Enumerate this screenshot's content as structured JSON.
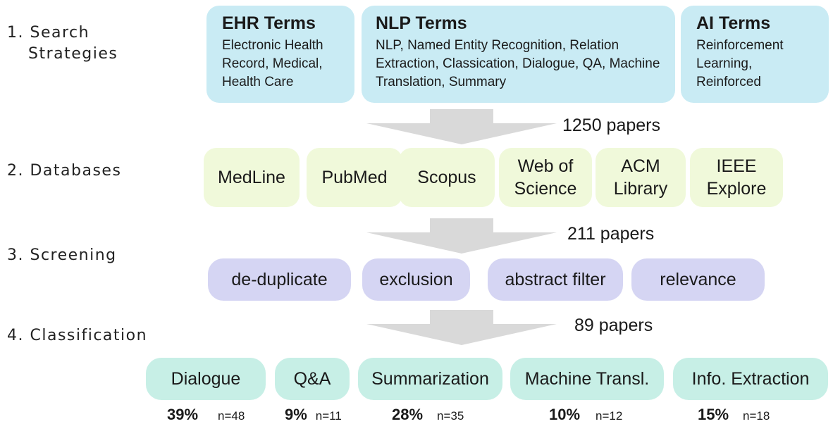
{
  "steps": [
    {
      "lines": [
        "1. Search",
        "Strategies"
      ]
    },
    {
      "lines": [
        "2. Databases"
      ]
    },
    {
      "lines": [
        "3. Screening"
      ]
    },
    {
      "lines": [
        "4. Classification"
      ]
    }
  ],
  "search_terms": [
    {
      "title": "EHR Terms",
      "text": "Electronic Health Record, Medical, Health Care"
    },
    {
      "title": "NLP Terms",
      "text": "NLP, Named Entity Recognition, Relation Extraction, Classication, Dialogue, QA, Machine Translation, Summary"
    },
    {
      "title": "AI Terms",
      "text": "Reinforcement Learning, Reinforced"
    }
  ],
  "paper_counts": [
    "1250 papers",
    "211 papers",
    "89 papers"
  ],
  "databases": [
    {
      "lines": [
        "MedLine"
      ]
    },
    {
      "lines": [
        "PubMed"
      ]
    },
    {
      "lines": [
        "Scopus"
      ]
    },
    {
      "lines": [
        "Web of",
        "Science"
      ]
    },
    {
      "lines": [
        "ACM",
        "Library"
      ]
    },
    {
      "lines": [
        "IEEE",
        "Explore"
      ]
    }
  ],
  "screening": [
    "de-duplicate",
    "exclusion",
    "abstract filter",
    "relevance"
  ],
  "classification": [
    {
      "label": "Dialogue",
      "pct": "39%",
      "n": "n=48"
    },
    {
      "label": "Q&A",
      "pct": "9%",
      "n": "n=11"
    },
    {
      "label": "Summarization",
      "pct": "28%",
      "n": "n=35"
    },
    {
      "label": "Machine Transl.",
      "pct": "10%",
      "n": "n=12"
    },
    {
      "label": "Info. Extraction",
      "pct": "15%",
      "n": "n=18"
    }
  ],
  "colors": {
    "search": "#c9ebf4",
    "databases": "#f0f9da",
    "screening": "#d5d5f3",
    "classification": "#c7efe6",
    "arrow": "#d9d9d9"
  }
}
